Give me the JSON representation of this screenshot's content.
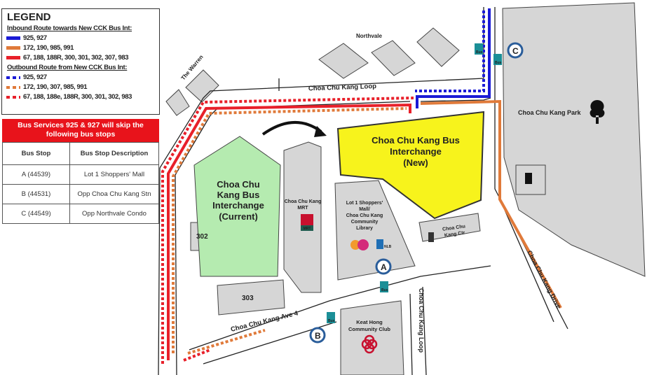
{
  "legend": {
    "title": "LEGEND",
    "inbound_heading": "Inbound  Route towards New CCK  Bus Int:",
    "inbound": [
      {
        "label": "925, 927",
        "color": "#1a1ad6"
      },
      {
        "label": "172, 190, 985, 991",
        "color": "#e07a3a"
      },
      {
        "label": "67, 188, 188R, 300, 301, 302, 307, 983",
        "color": "#e8202a"
      }
    ],
    "outbound_heading": "Outbound  Route from New CCK Bus Int:",
    "outbound": [
      {
        "label": "925, 927",
        "color": "#1a1ad6"
      },
      {
        "label": "172, 190, 307, 985, 991",
        "color": "#e07a3a"
      },
      {
        "label": "67, 188, 188e, 188R, 300, 301, 302, 983",
        "color": "#e8202a"
      }
    ]
  },
  "notice": {
    "banner": "Bus Services 925 & 927 will skip the following bus stops",
    "headers": [
      "Bus Stop",
      "Bus Stop Description"
    ],
    "rows": [
      [
        "A (44539)",
        "Lot 1 Shoppers' Mall"
      ],
      [
        "B (44531)",
        "Opp Choa Chu Kang Stn"
      ],
      [
        "C (44549)",
        "Opp Northvale Condo"
      ]
    ]
  },
  "map": {
    "northvale": "Northvale",
    "warren": "The Warren",
    "loop_top": "Choa Chu Kang Loop",
    "park": "Choa Chu Kang Park",
    "current_int": [
      "Choa Chu",
      "Kang Bus",
      "Interchange",
      "(Current)"
    ],
    "new_int": [
      "Choa Chu Kang Bus",
      "Interchange",
      "(New)"
    ],
    "mrt": [
      "Choa Chu Kang",
      "MRT"
    ],
    "mrt_badge": "MRT",
    "lot1": [
      "Lot 1  Shoppers'",
      "Mall/",
      "Choa Chu Kang",
      "Community",
      "Library"
    ],
    "nlb": "NLB",
    "ctr": [
      "Choa Chu",
      "Kang Ctr"
    ],
    "b302": "302",
    "b303": "303",
    "ave4": "Choa Chu Kang Ave 4",
    "loop_bottom": "Choa Chu Kang Loop",
    "drive": "Choa Chu Kang Drive",
    "keat_hong": [
      "Keat Hong",
      "Community Club"
    ],
    "stop_a": "A",
    "stop_b": "B",
    "stop_c": "C",
    "bus_badge": "Bus"
  }
}
